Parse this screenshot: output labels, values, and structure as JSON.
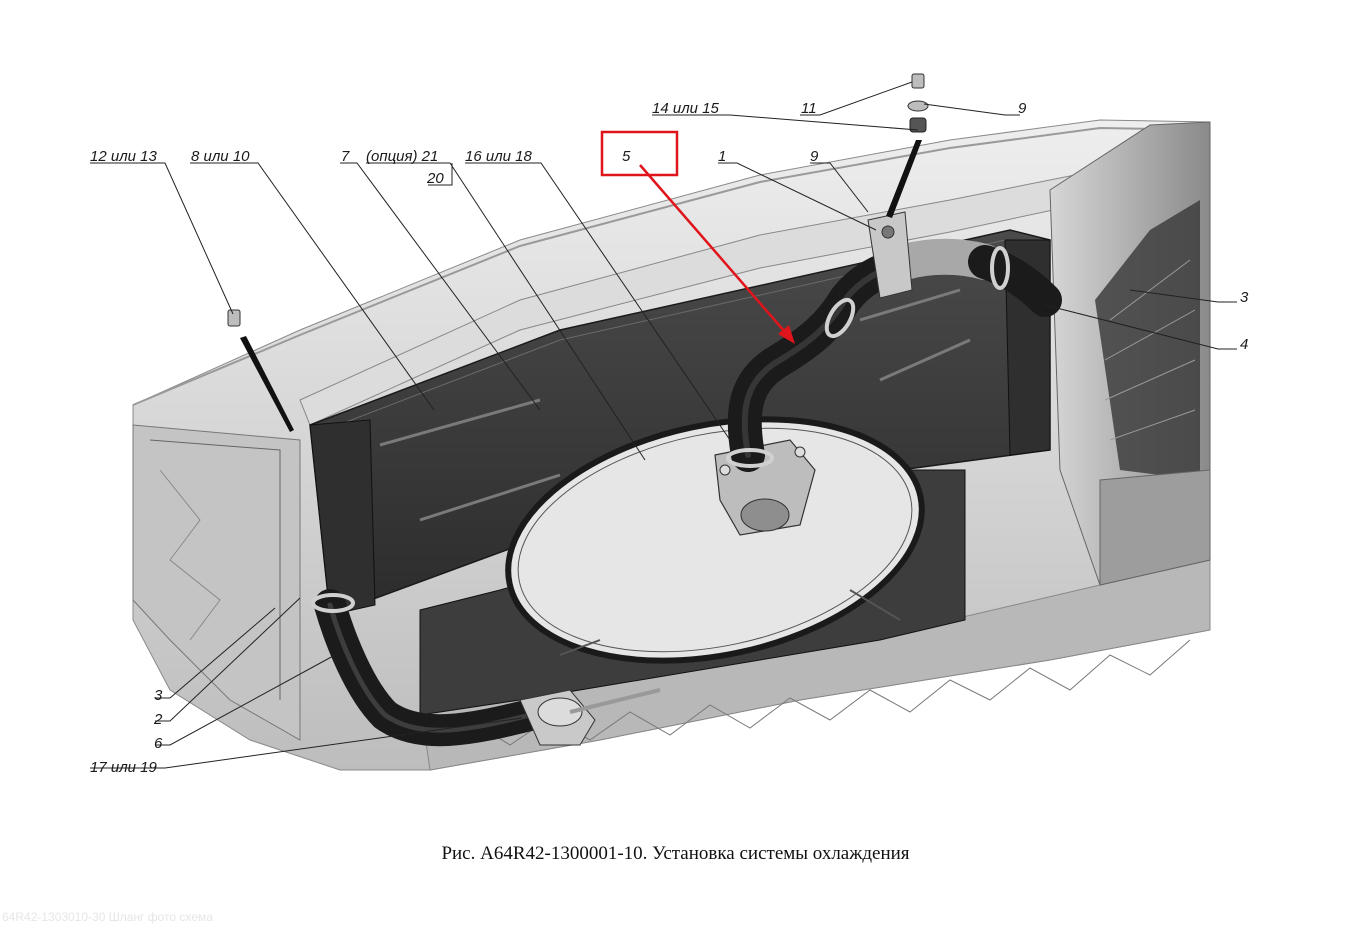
{
  "labels": {
    "l1213": "12 или 13",
    "l810": "8 или 10",
    "l7": "7",
    "lopt21": "(опция) 21",
    "l20": "20",
    "l1618": "16 или 18",
    "l5": "5",
    "l1415": "14 или 15",
    "l11": "11",
    "l9top": "9",
    "l1": "1",
    "l9": "9",
    "l3right": "3",
    "l4": "4",
    "l3left": "3",
    "l2": "2",
    "l6": "6",
    "l1719": "17 или 19"
  },
  "caption": "Рис. A64R42-1300001-10. Установка системы охлаждения",
  "watermark": "64R42-1303010-30 Шланг фото схема",
  "colors": {
    "highlight": "#e0151b",
    "hose": "#1b1b1b",
    "body": "#cfcfcf",
    "radiator": "#3a3a3a"
  },
  "highlighted_part": "5"
}
